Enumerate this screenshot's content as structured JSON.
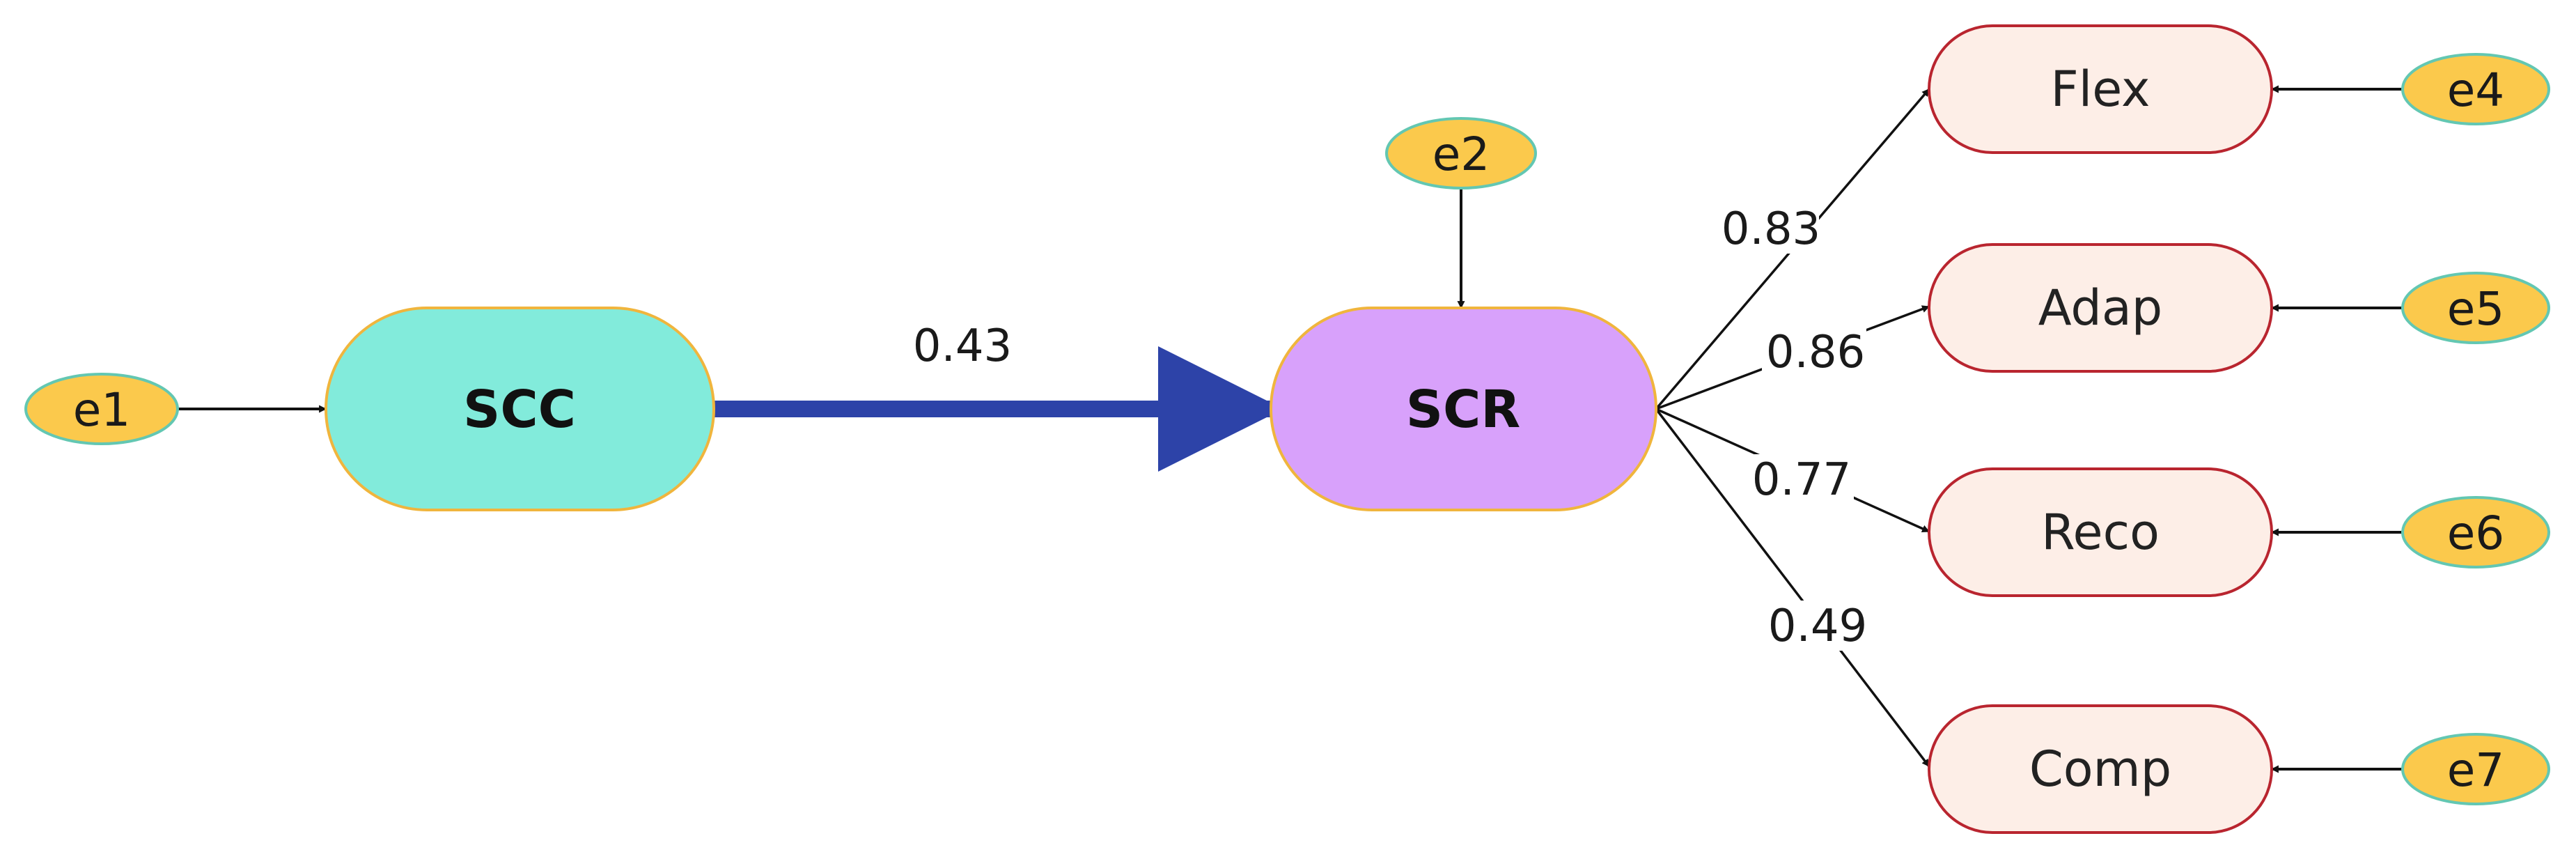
{
  "colors": {
    "error_fill": "#fbc94c",
    "error_stroke": "#63c7b2",
    "scc_fill": "#82ebdb",
    "scr_fill": "#d8a1fb",
    "latent_stroke": "#f0b53d",
    "indicator_fill": "#fdeee7",
    "indicator_stroke": "#b9252f",
    "main_path": "#2d43a8",
    "arrow": "#111111"
  },
  "latents": {
    "scc": "SCC",
    "scr": "SCR"
  },
  "indicators": {
    "flex": "Flex",
    "adap": "Adap",
    "reco": "Reco",
    "comp": "Comp"
  },
  "errors": {
    "e1": "e1",
    "e2": "e2",
    "e4": "e4",
    "e5": "e5",
    "e6": "e6",
    "e7": "e7"
  },
  "paths": {
    "scc_to_scr": "0.43",
    "scr_to_flex": "0.83",
    "scr_to_adap": "0.86",
    "scr_to_reco": "0.77",
    "scr_to_comp": "0.49"
  }
}
